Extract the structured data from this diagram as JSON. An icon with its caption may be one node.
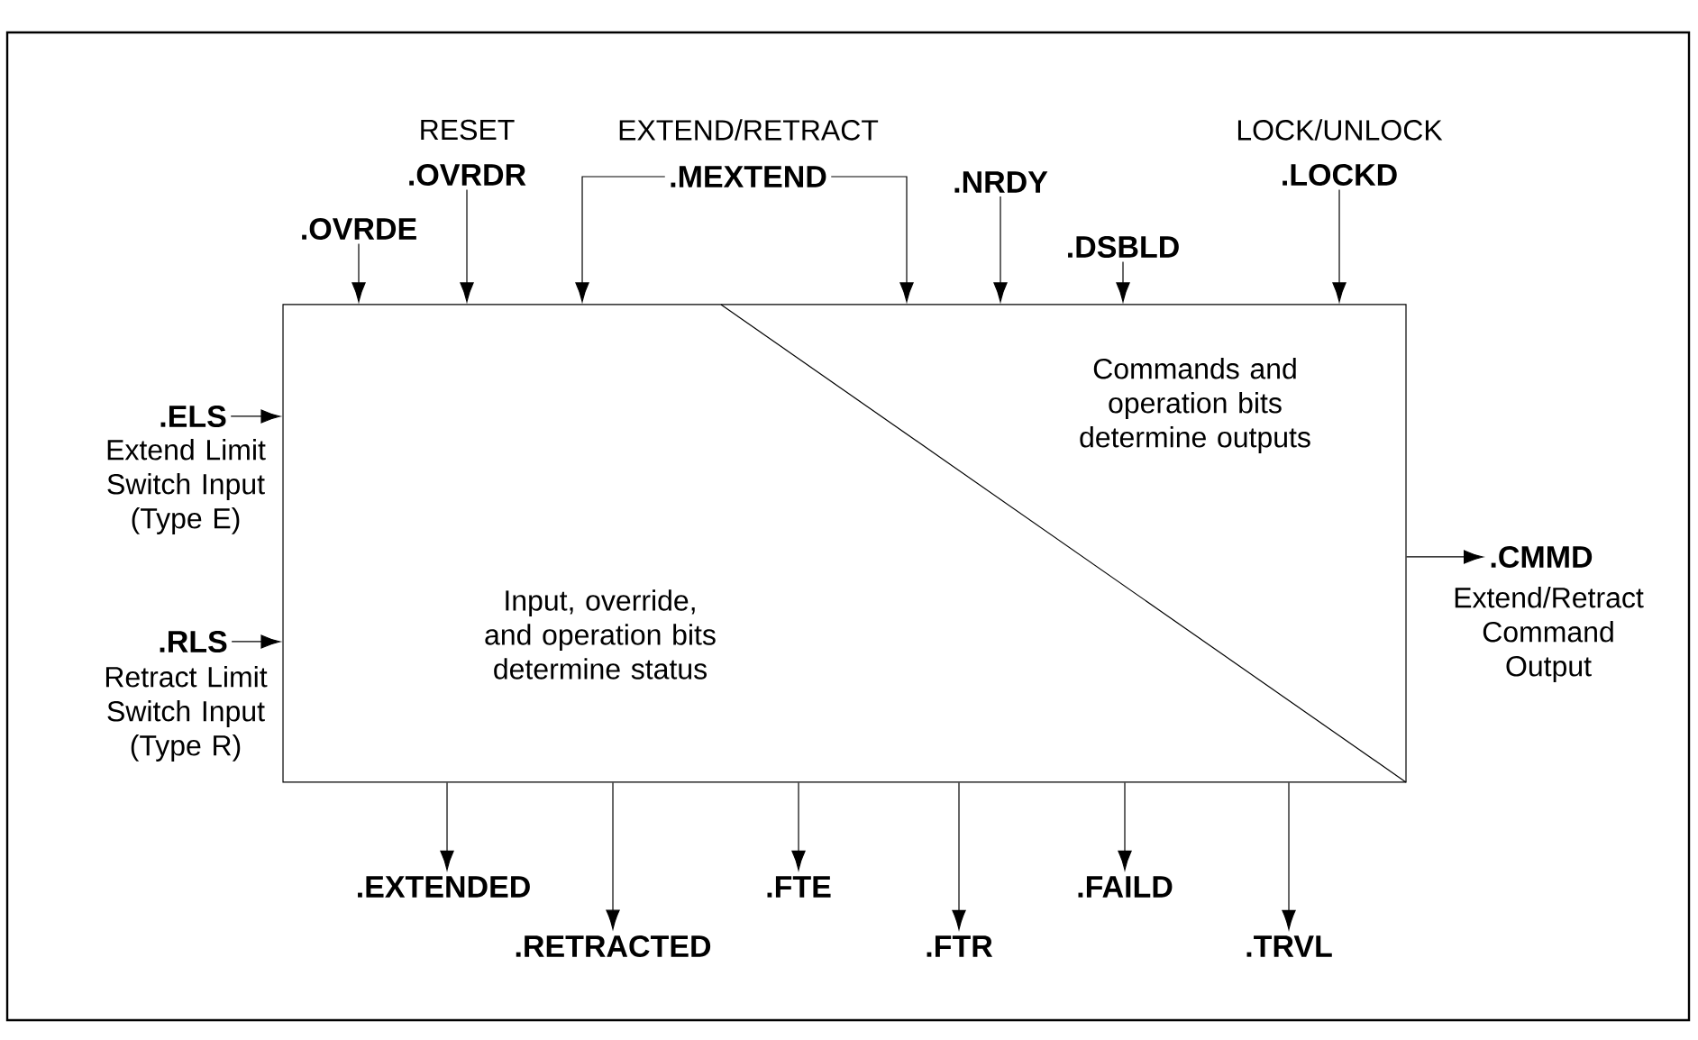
{
  "diagram": {
    "nodes": [
      {
        "text": [
          "Input, override, and operation bits determine status",
          "Commands and operation bits determine outputs"
        ]
      },
      {
        "text": [
          ".OVRDE"
        ]
      },
      {
        "text": [
          ".OVRDR"
        ],
        "beside": [
          "RESET"
        ]
      },
      {
        "text": [
          ".MEXTEND"
        ],
        "beside": [
          "EXTEND/RETRACT"
        ]
      },
      {
        "text": [
          ".NRDY"
        ]
      },
      {
        "text": [
          ".DSBLD"
        ]
      },
      {
        "text": [
          ".LOCKD"
        ],
        "beside": [
          "LOCK/UNLOCK"
        ]
      },
      {
        "text": [
          ".ELS"
        ],
        "beside": [
          "Extend Limit Switch Input (Type E)"
        ]
      },
      {
        "text": [
          ".RLS"
        ],
        "beside": [
          "Retract Limit Switch Input (Type R)"
        ]
      },
      {
        "text": [
          ".CMMD"
        ],
        "beside": [
          "Extend/Retract Command Output"
        ]
      },
      {
        "text": [
          ".EXTENDED"
        ]
      },
      {
        "text": [
          ".RETRACTED"
        ]
      },
      {
        "text": [
          ".FTE"
        ]
      },
      {
        "text": [
          ".FTR"
        ]
      },
      {
        "text": [
          ".FAILD"
        ]
      },
      {
        "text": [
          ".TRVL"
        ]
      }
    ],
    "edges": [
      {
        "from": 1,
        "to": 0,
        "arrow": "to"
      },
      {
        "from": 2,
        "to": 0,
        "arrow": "to"
      },
      {
        "from": 3,
        "to": 0,
        "arrow": "to"
      },
      {
        "from": 3,
        "to": 0,
        "arrow": "to"
      },
      {
        "from": 4,
        "to": 0,
        "arrow": "to"
      },
      {
        "from": 5,
        "to": 0,
        "arrow": "to"
      },
      {
        "from": 6,
        "to": 0,
        "arrow": "to"
      },
      {
        "from": 7,
        "to": 0,
        "arrow": "to"
      },
      {
        "from": 8,
        "to": 0,
        "arrow": "to"
      },
      {
        "from": 0,
        "to": 9,
        "arrow": "to"
      },
      {
        "from": 0,
        "to": 10,
        "arrow": "to"
      },
      {
        "from": 0,
        "to": 11,
        "arrow": "to"
      },
      {
        "from": 0,
        "to": 12,
        "arrow": "to"
      },
      {
        "from": 0,
        "to": 13,
        "arrow": "to"
      },
      {
        "from": 0,
        "to": 14,
        "arrow": "to"
      },
      {
        "from": 0,
        "to": 15,
        "arrow": "to"
      }
    ]
  }
}
